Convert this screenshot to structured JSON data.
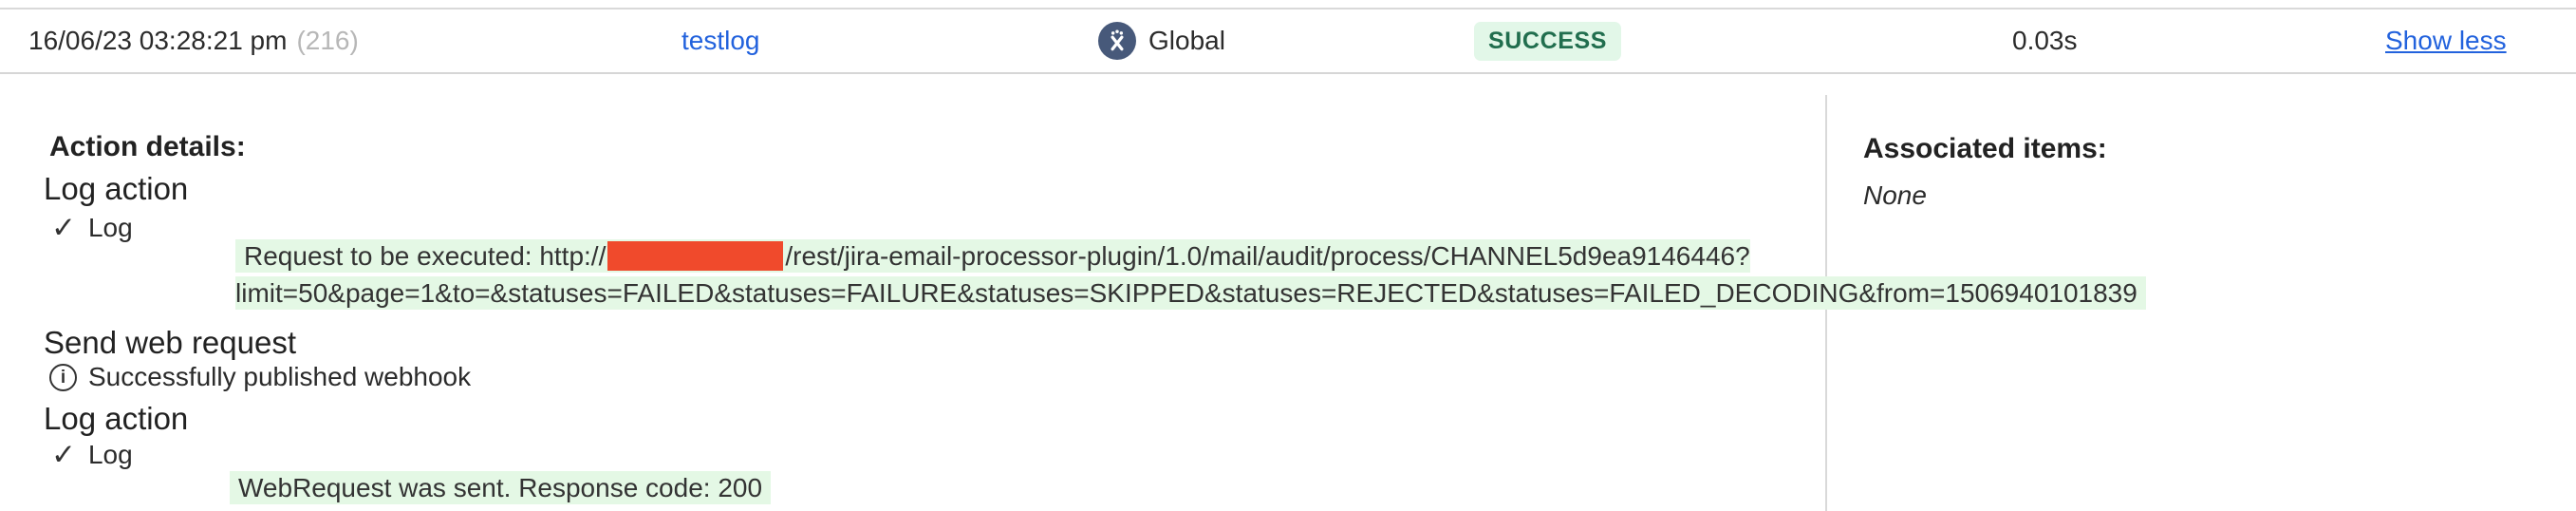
{
  "header": {
    "timestamp": "16/06/23 03:28:21 pm",
    "execution_count": "(216)",
    "rule_name": "testlog",
    "scope": "Global",
    "status": "SUCCESS",
    "duration": "0.03s",
    "toggle": "Show less"
  },
  "icons": {
    "check": "✓",
    "info": "i",
    "global": "global-scope-icon"
  },
  "action_details": {
    "title": "Action details:",
    "log1": {
      "heading": "Log action",
      "result": "Log",
      "msg_prefix": "Request to be executed: http://",
      "msg_line1_rest": "/rest/jira-email-processor-plugin/1.0/mail/audit/process/CHANNEL5d9ea9146446?",
      "msg_line2": "limit=50&page=1&to=&statuses=FAILED&statuses=FAILURE&statuses=SKIPPED&statuses=REJECTED&statuses=FAILED_DECODING&from=1506940101839"
    },
    "web_request": {
      "heading": "Send web request",
      "message": "Successfully published webhook"
    },
    "log2": {
      "heading": "Log action",
      "result": "Log",
      "message": "WebRequest was sent. Response code: 200"
    }
  },
  "associated_items": {
    "title": "Associated items:",
    "value": "None"
  },
  "colors": {
    "link_blue": "#2262dd",
    "status_bg": "#e2f7e8",
    "status_text": "#216e4e",
    "highlight_green": "#e4f8e5",
    "redaction_red": "#f04a2c",
    "scope_icon_bg": "#47597a",
    "divider_gray": "#d9d9d9"
  }
}
